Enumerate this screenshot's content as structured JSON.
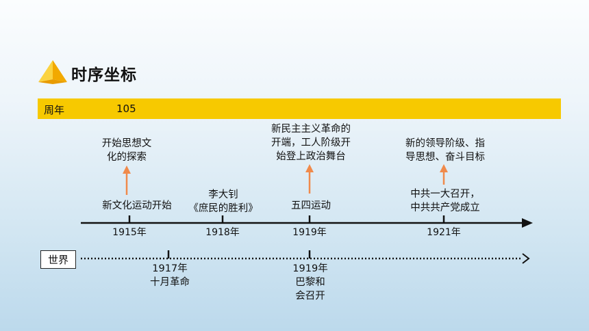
{
  "header": {
    "title": "时序坐标",
    "pyramid_color": "#f5b400"
  },
  "band": {
    "label": "周年",
    "value": "105",
    "color": "#f7c900"
  },
  "china_timeline": {
    "events": [
      {
        "year": "1915年",
        "event": "新文化运动开始",
        "significance": [
          "开始思想文",
          "化的探索"
        ]
      },
      {
        "year": "1918年",
        "event": [
          "李大钊",
          "《庶民的胜利》"
        ]
      },
      {
        "year": "1919年",
        "event": "五四运动",
        "significance": [
          "新民主主义革命的",
          "开端，工人阶级开",
          "始登上政治舞台"
        ]
      },
      {
        "year": "1921年",
        "event": [
          "中共一大召开，",
          "中共共产党成立"
        ],
        "significance": [
          "新的领导阶级、指",
          "导思想、奋斗目标"
        ]
      }
    ],
    "arrow_color": "#f08a4b"
  },
  "world_timeline": {
    "label": "世界",
    "events": [
      {
        "year": "1917年",
        "event": "十月革命"
      },
      {
        "year": "1919年",
        "event": [
          "巴黎和",
          "会召开"
        ]
      }
    ]
  }
}
